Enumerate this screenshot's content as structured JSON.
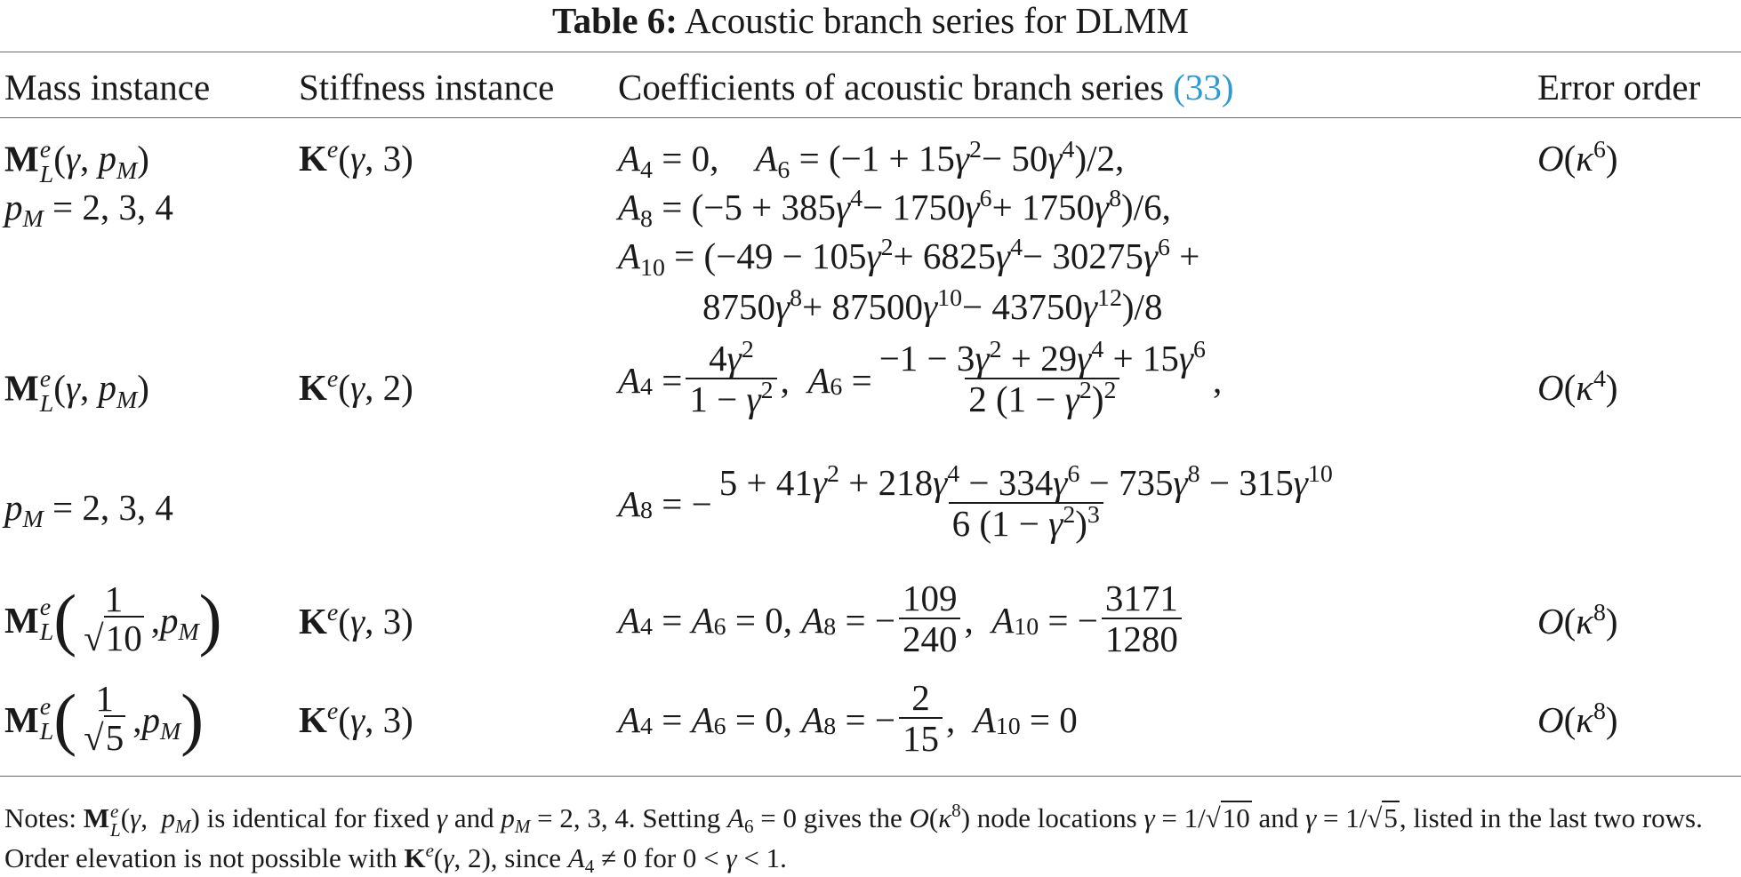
{
  "caption": {
    "label": "Table 6:",
    "text": "Acoustic branch series for DLMM"
  },
  "headers": {
    "mass": "Mass instance",
    "stiffness": "Stiffness instance",
    "coefficients": "Coefficients of acoustic branch series",
    "coefficients_ref": "(33)",
    "error": "Error order"
  },
  "rows": [
    {
      "mass": "M_L^e(γ, p_M), p_M = 2, 3, 4",
      "stiffness": "K^e(γ, 3)",
      "coefficients": [
        "A4 = 0,  A6 = (−1 + 15γ^2 − 50γ^4)/2,",
        "A8 = (−5 + 385γ^4 − 1750γ^6 + 1750γ^8)/6,",
        "A10 = (−49 − 105γ^2 + 6825γ^4 − 30275γ^6 + 8750γ^8 + 87500γ^10 − 43750γ^12)/8"
      ],
      "error": "O(κ^6)"
    },
    {
      "mass": "M_L^e(γ, p_M), p_M = 2, 3, 4",
      "stiffness": "K^e(γ, 2)",
      "coefficients": [
        "A4 = 4γ^2/(1 − γ^2), A6 = (−1 − 3γ^2 + 29γ^4 + 15γ^6)/(2(1 − γ^2)^2),",
        "A8 = −(5 + 41γ^2 + 218γ^4 − 334γ^6 − 735γ^8 − 315γ^10)/(6(1 − γ^2)^3)"
      ],
      "error": "O(κ^4)"
    },
    {
      "mass": "M_L^e(1/√10, p_M)",
      "stiffness": "K^e(γ, 3)",
      "coefficients": [
        "A4 = A6 = 0, A8 = −109/240, A10 = −3171/1280"
      ],
      "error": "O(κ^8)"
    },
    {
      "mass": "M_L^e(1/√5, p_M)",
      "stiffness": "K^e(γ, 3)",
      "coefficients": [
        "A4 = A6 = 0, A8 = −2/15, A10 = 0"
      ],
      "error": "O(κ^8)"
    }
  ],
  "notes": "Notes: M_L^e(γ, p_M) is identical for fixed γ and p_M = 2, 3, 4. Setting A6 = 0 gives the O(κ^8) node locations γ = 1/√10 and γ = 1/√5, listed in the last two rows. Order elevation is not possible with K^e(γ, 2), since A4 ≠ 0 for 0 < γ < 1.",
  "colors": {
    "link": "#2e9bd1",
    "rule": "#6a6a6a",
    "text": "#1a1a1a"
  }
}
